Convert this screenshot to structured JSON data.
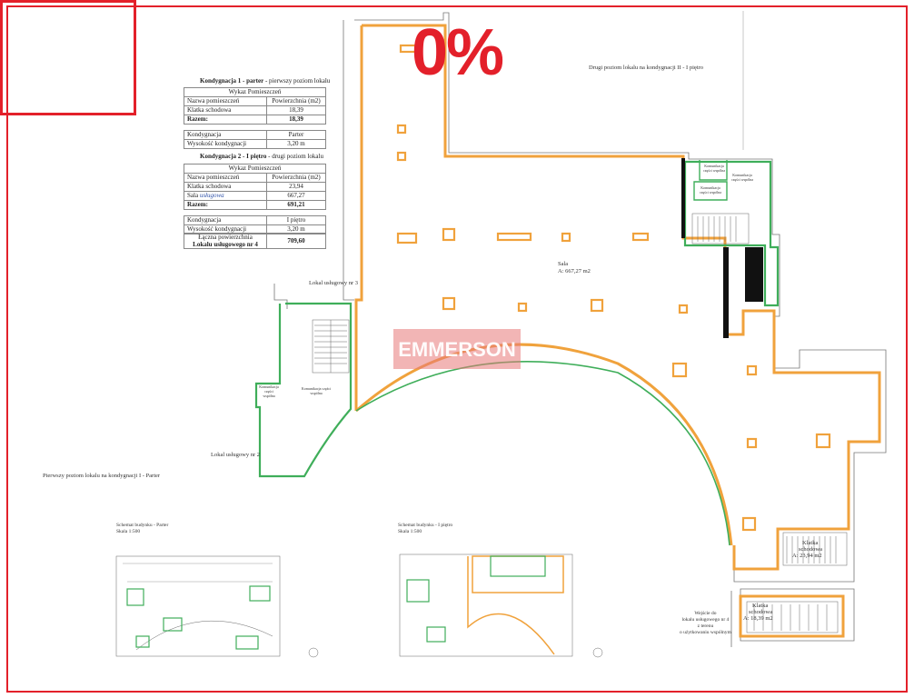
{
  "badge": {
    "text": "0%"
  },
  "watermark": {
    "text": "EMMERSON"
  },
  "table1": {
    "title_bold": "Kondygnacja 1 - parter",
    "title_rest": " - pierwszy poziom lokalu",
    "caption": "Wykaz Pomieszczeń",
    "col1": "Nazwa pomieszczeń",
    "col2": "Powierzchnia (m2)",
    "rows": [
      {
        "name": "Klatka schodowa",
        "value": "18,39"
      }
    ],
    "total_label": "Razem:",
    "total_value": "18,39",
    "k_label": "Kondygnacja",
    "k_value": "Parter",
    "h_label": "Wysokość kondygnacji",
    "h_value": "3,20 m"
  },
  "table2": {
    "title_bold": "Kondygnacja 2 - I piętro",
    "title_rest": " - drugi poziom lokalu",
    "caption": "Wykaz Pomieszczeń",
    "col1": "Nazwa pomieszczeń",
    "col2": "Powierzchnia (m2)",
    "rows": [
      {
        "name": "Klatka schodowa",
        "value": "23,94"
      },
      {
        "name": "Sala",
        "note": "usługowa",
        "value": "667,27"
      }
    ],
    "total_label": "Razem:",
    "total_value": "691,21",
    "k_label": "Kondygnacja",
    "k_value": "I piętro",
    "h_label": "Wysokość kondygnacji",
    "h_value": "3,20 m"
  },
  "summary": {
    "line1": "Łączna powierzchnia",
    "line2": "Lokalu usługowego nr 4",
    "value": "709,60"
  },
  "labels": {
    "level2": "Drugi poziom lokalu na kondygnacji II - I piętro",
    "level1": "Pierwszy poziom lokalu na kondygnacji I - Parter",
    "lokal3": "Lokal usługowy nr 3",
    "lokal2": "Lokal usługowy nr 2",
    "sala_name": "Sala",
    "sala_area": "A: 667,27 m2",
    "klatka_top_name": "Klatka",
    "klatka_top_sub": "schodowa",
    "klatka_top_area": "A: 23,94 m2",
    "klatka_bot_name": "Klatka",
    "klatka_bot_sub": "schodowa",
    "klatka_bot_area": "A: 18,39 m2",
    "komunikacja": "Komunikacja części wspólna",
    "wejscie1": "Wejście do",
    "wejscie2": "lokalu usługowego nr 4",
    "wejscie3": "z terenu",
    "wejscie4": "o użytkowaniu wspólnym",
    "schemat_parter_1": "Schemat budynku - Parter",
    "schemat_parter_2": "Skala 1:500",
    "schemat_pietro_1": "Schemat budynku - I piętro",
    "schemat_pietro_2": "Skala 1:500"
  },
  "colors": {
    "orange": "#f0a23c",
    "green": "#3fae5a",
    "red": "#e3202a"
  }
}
